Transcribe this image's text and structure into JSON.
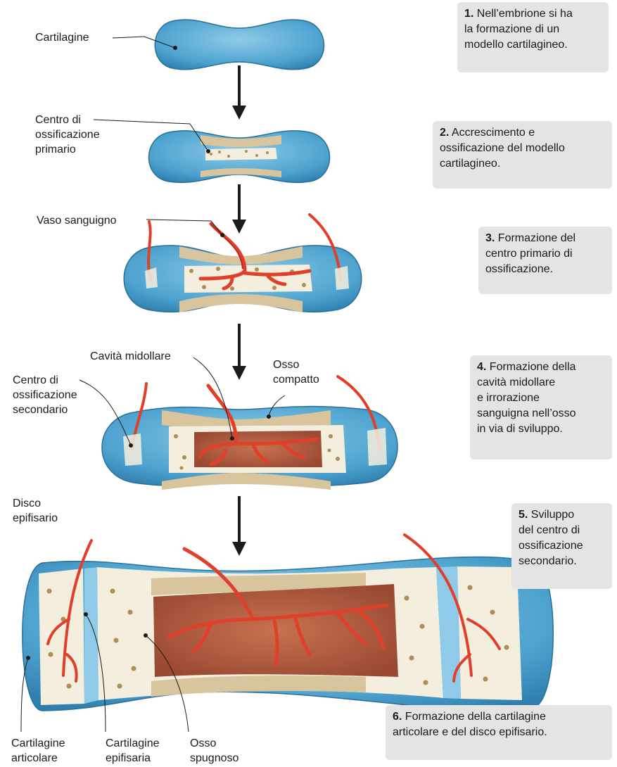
{
  "labels": {
    "cartilagine": "Cartilagine",
    "centro_primario": "Centro di\nossificazione\nprimario",
    "vaso": "Vaso sanguigno",
    "cavita": "Cavità midollare",
    "osso_compatto": "Osso\ncompatto",
    "centro_secondario": "Centro di\nossificazione\nsecondario",
    "disco": "Disco\nepifisario",
    "cart_articolare": "Cartilagine\narticolare",
    "cart_epifisaria": "Cartilagine\nepifisaria",
    "osso_spugnoso": "Osso\nspugnoso"
  },
  "steps": [
    {
      "num": "1.",
      "text": " Nell’embrione si ha\nla formazione di un\nmodello cartilagineo."
    },
    {
      "num": "2.",
      "text": " Accrescimento e\nossificazione del modello\ncartilagineo."
    },
    {
      "num": "3.",
      "text": " Formazione del\ncentro primario di\nossificazione."
    },
    {
      "num": "4.",
      "text": " Formazione della\ncavità midollare\ne irrorazione\nsanguigna nell’osso\nin via di sviluppo."
    },
    {
      "num": "5.",
      "text": " Sviluppo\ndel centro di\nossificazione\nsecondario."
    },
    {
      "num": "6.",
      "text": " Formazione della cartilagine\narticolare e del disco epifisario."
    }
  ],
  "colors": {
    "cartilage": "#5aaed6",
    "cartilage_light": "#a9d8ee",
    "bone": "#e6d8b8",
    "spongy": "#f3eedd",
    "marrow": "#b4593c",
    "vessel": "#e0402a",
    "box": "#e4e4e4"
  }
}
